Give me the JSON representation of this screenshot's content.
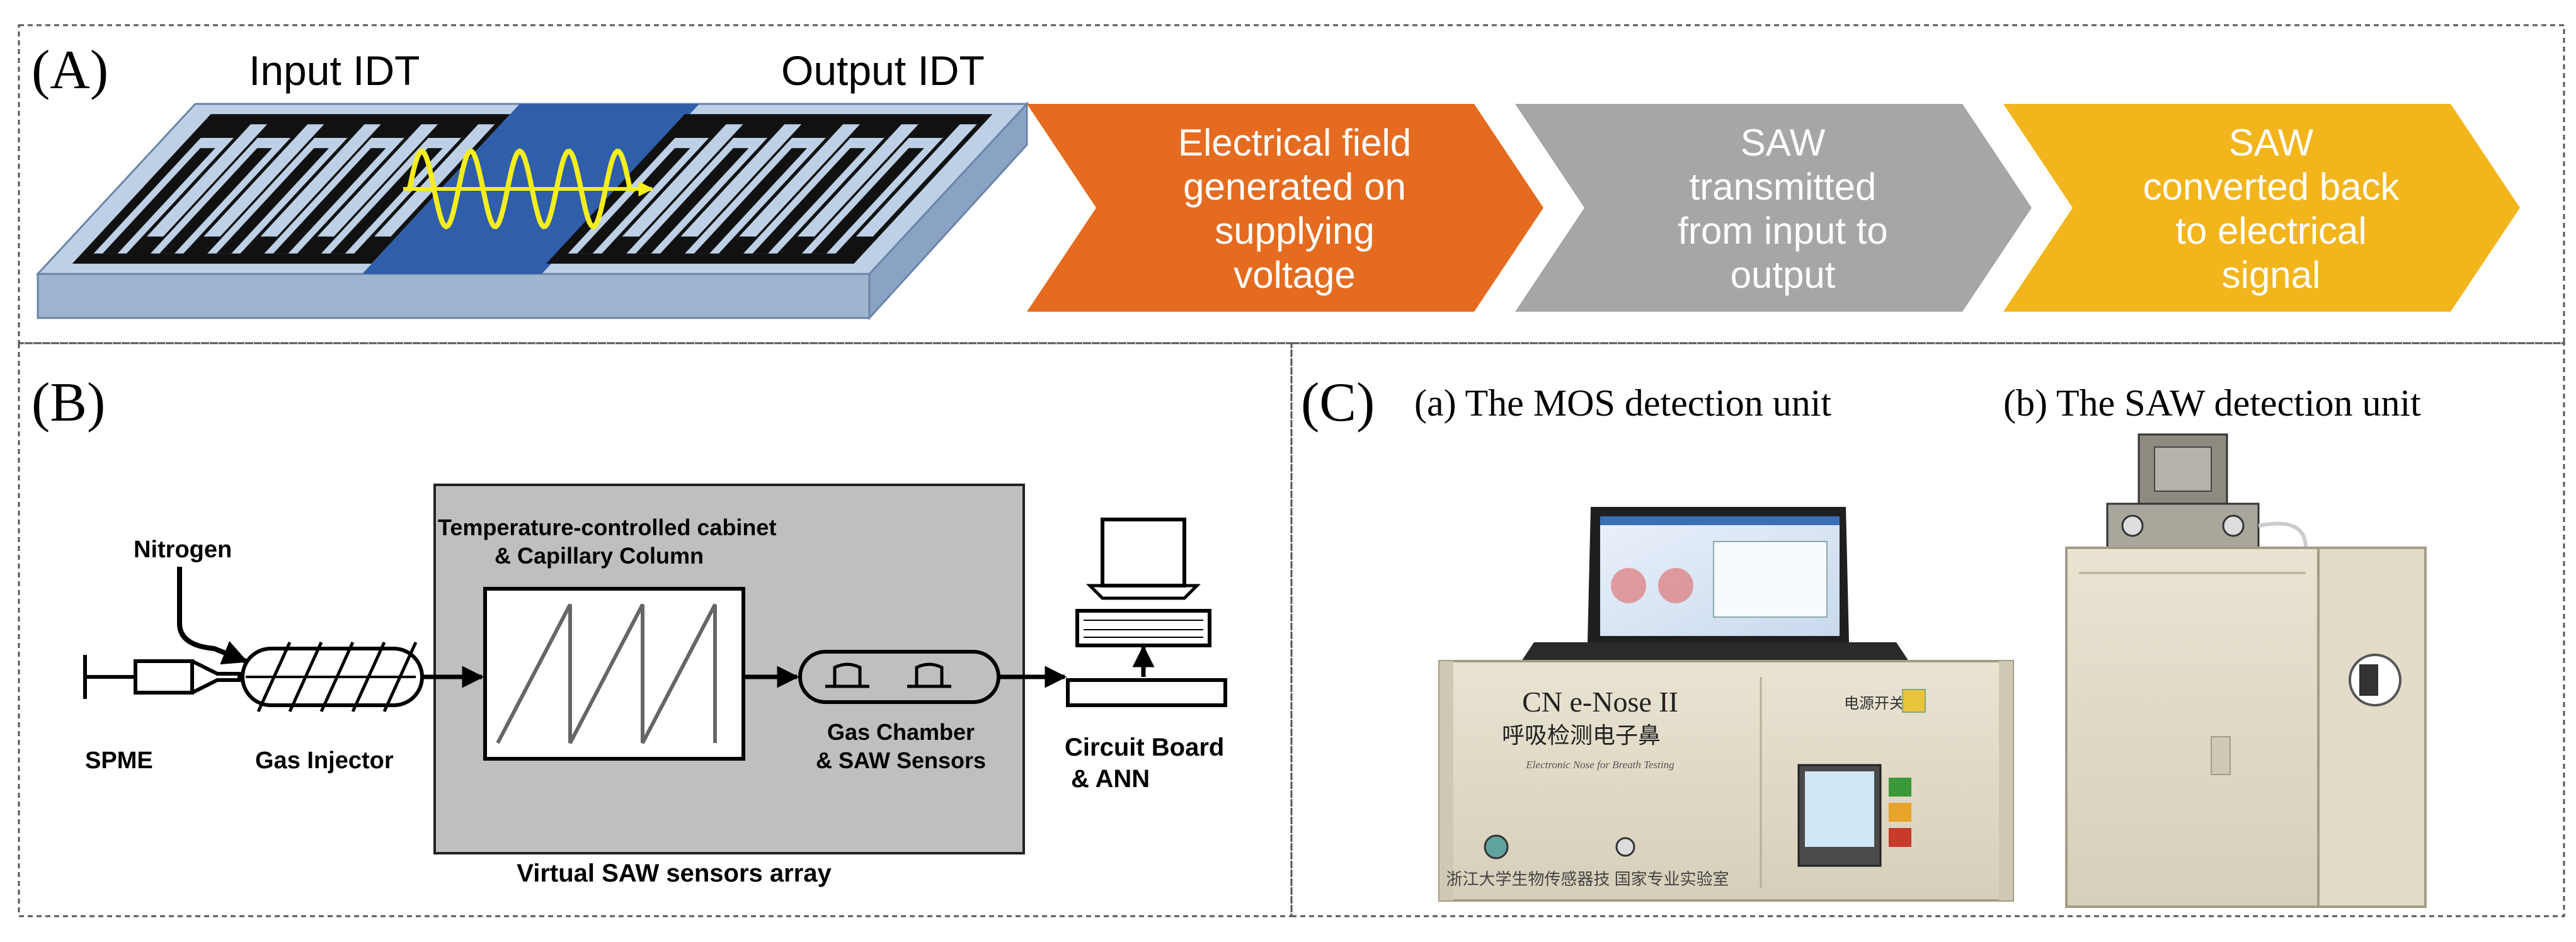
{
  "panel_a": {
    "label": "(A)",
    "input_idt": "Input IDT",
    "output_idt": "Output IDT",
    "steps": [
      {
        "lines": [
          "Electrical field",
          "generated on",
          "supplying",
          "voltage"
        ],
        "color": "#E46B1F"
      },
      {
        "lines": [
          "SAW",
          "transmitted",
          "from input to",
          "output"
        ],
        "color": "#A6A6A6"
      },
      {
        "lines": [
          "SAW",
          "converted back",
          "to electrical",
          "signal"
        ],
        "color": "#F2B51C"
      }
    ],
    "colors": {
      "substrate": "#BDD0E6",
      "center": "#2F5EAA",
      "idt": "#111111",
      "wave": "#F4EE1C"
    }
  },
  "panel_b": {
    "label": "(B)",
    "nitrogen": "Nitrogen",
    "spme": "SPME",
    "gas_injector": "Gas Injector",
    "cabinet_lines": [
      "Temperature-controlled cabinet",
      "& Capillary Column"
    ],
    "chamber_lines": [
      "Gas Chamber",
      "& SAW Sensors"
    ],
    "circuit_lines": [
      "Circuit Board",
      "& ANN"
    ],
    "array_caption": "Virtual SAW sensors array",
    "colors": {
      "cabinet": "#BFBFBF"
    }
  },
  "panel_c": {
    "label": "(C)",
    "sub_a": "(a) The MOS detection unit",
    "sub_b": "(b) The SAW detection unit",
    "device_a": {
      "brand": "CN e-Nose  II",
      "chinese_title": "呼吸检测电子鼻",
      "english_subtitle": "Electronic Nose for Breath Testing",
      "power_label": "电源开关",
      "footer_text": "浙江大学生物传感器技    国家专业实验室"
    }
  }
}
